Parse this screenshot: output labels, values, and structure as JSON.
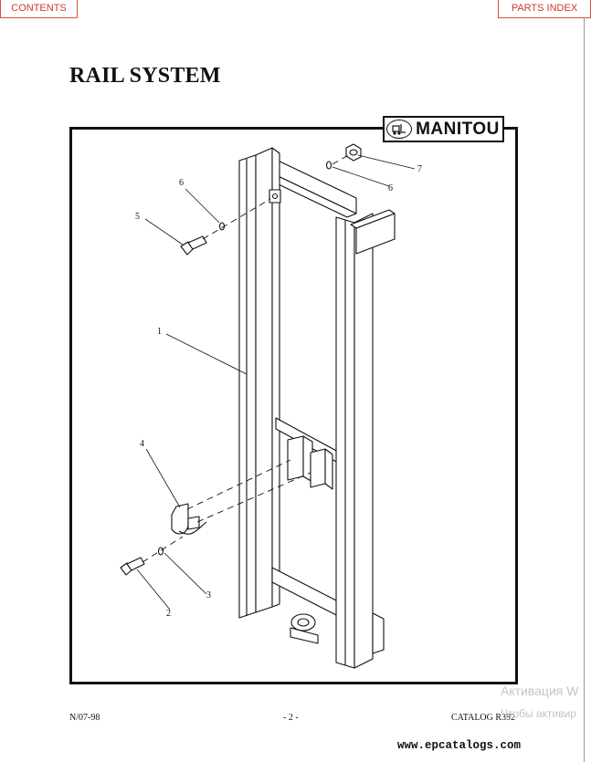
{
  "nav": {
    "contents_label": "CONTENTS",
    "index_label": "PARTS INDEX"
  },
  "title": "RAIL SYSTEM",
  "brand": {
    "logo_text": "MANITOU",
    "logo_icon": "forklift-icon"
  },
  "callouts": {
    "c1": "1",
    "c2": "2",
    "c3": "3",
    "c4": "4",
    "c5": "5",
    "c6a": "6",
    "c6b": "6",
    "c7": "7"
  },
  "footer": {
    "date": "N/07-98",
    "page": "- 2 -",
    "catalog": "CATALOG R392"
  },
  "watermark": {
    "line1": "Активация W",
    "line2": "Чтобы активир"
  },
  "site": "www.epcatalogs.com"
}
